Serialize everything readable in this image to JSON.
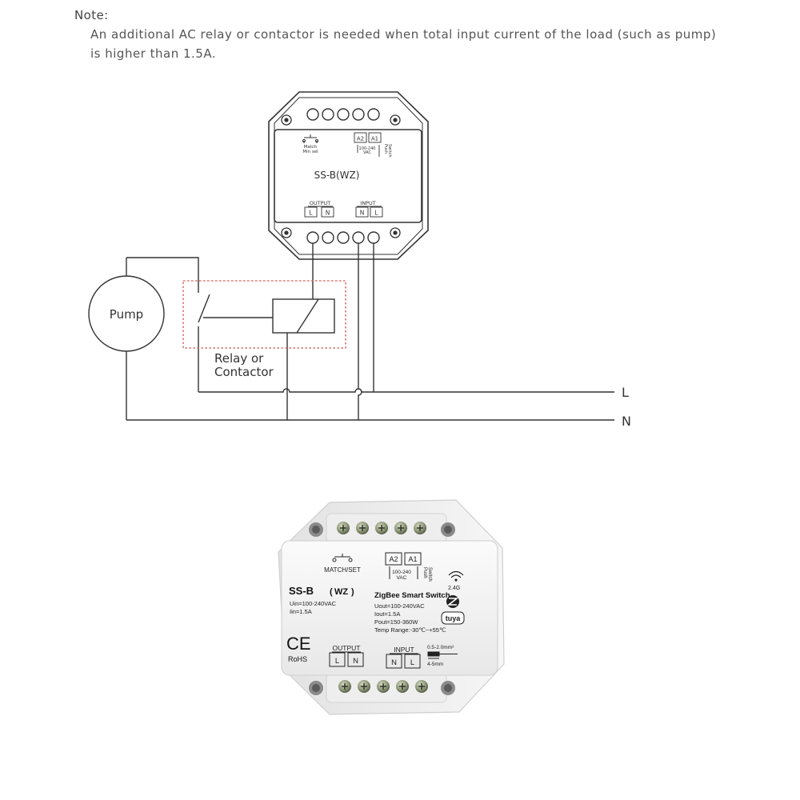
{
  "note": {
    "heading": "Note:",
    "line1": "An additional AC relay or contactor is needed when total input current of the load (such as pump)",
    "line2": "is higher than 1.5A."
  },
  "diagram": {
    "device_model": "SS-B(WZ)",
    "match_label_1": "Match",
    "match_label_2": "Min sel",
    "a2": "A2",
    "a1": "A1",
    "vac_range": "100-240",
    "vac": "VAC",
    "push_switch_1": "Push",
    "push_switch_2": "Switch",
    "output_label": "OUTPUT",
    "input_label": "INPUT",
    "terminal_l": "L",
    "terminal_n": "N",
    "pump_label": "Pump",
    "relay_label_1": "Relay or",
    "relay_label_2": "Contactor",
    "line_l": "L",
    "line_n": "N"
  },
  "device": {
    "model": "SS-B",
    "model_suffix": "WZ",
    "title": "ZigBee Smart Switch",
    "match_set": "MATCH/SET",
    "a2": "A2",
    "a1": "A1",
    "vac_range": "100-240",
    "vac": "VAC",
    "push": "Push",
    "switch": "Switch",
    "uin": "Uin=100-240VAC",
    "iin": "Iin=1.5A",
    "uout": "Uout=100-240VAC",
    "iout": "Iout=1.5A",
    "pout": "Pout=150-360W",
    "temp": "Temp Range:-30℃~+55℃",
    "freq": "2.4G",
    "brand": "tuya",
    "ce": "CE",
    "rohs": "RoHS",
    "output_label": "OUTPUT",
    "input_label": "INPUT",
    "terminal_l": "L",
    "terminal_n": "N",
    "wire_gauge": "0.5-2.0mm²",
    "strip_length": "4-5mm"
  },
  "colors": {
    "line": "#333333",
    "relay_box": "#d9534f",
    "device_body": "#f4f4f4"
  }
}
